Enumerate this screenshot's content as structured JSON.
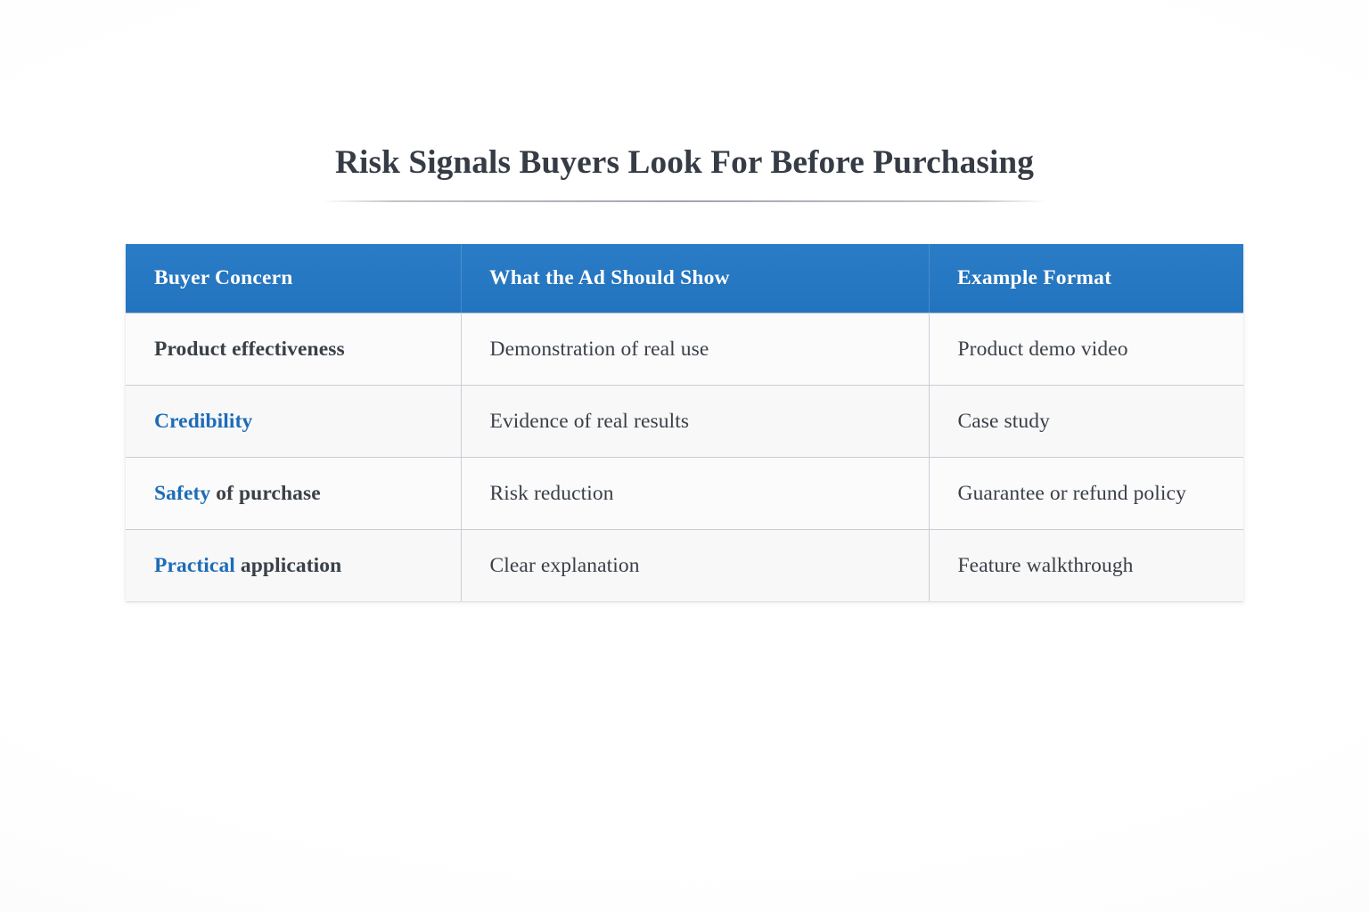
{
  "document": {
    "title": "Risk Signals Buyers Look For Before Purchasing"
  },
  "theme": {
    "header_blue": "#2578c2",
    "accent_blue": "#1d6cb7",
    "body_text": "#3a4047",
    "title_text": "#363c45",
    "row_bg": "#fbfbfc",
    "row_bg_alt": "#f8f8f9",
    "border": "#c9ced6",
    "page_bg": "#ffffff"
  },
  "table": {
    "columns": [
      "Buyer Concern",
      "What the Ad Should Show",
      "Example Format"
    ],
    "rows": [
      {
        "concern_accent": "",
        "concern_rest": "Product effectiveness",
        "ad_should_show": "Demonstration of real use",
        "example_format": "Product demo video"
      },
      {
        "concern_accent": "Credibility",
        "concern_rest": "",
        "ad_should_show": "Evidence of real results",
        "example_format": "Case study"
      },
      {
        "concern_accent": "Safety",
        "concern_rest": " of purchase",
        "ad_should_show": "Risk reduction",
        "example_format": "Guarantee or refund policy"
      },
      {
        "concern_accent": "Practical",
        "concern_rest": " application",
        "ad_should_show": "Clear explanation",
        "example_format": "Feature walkthrough"
      }
    ]
  }
}
